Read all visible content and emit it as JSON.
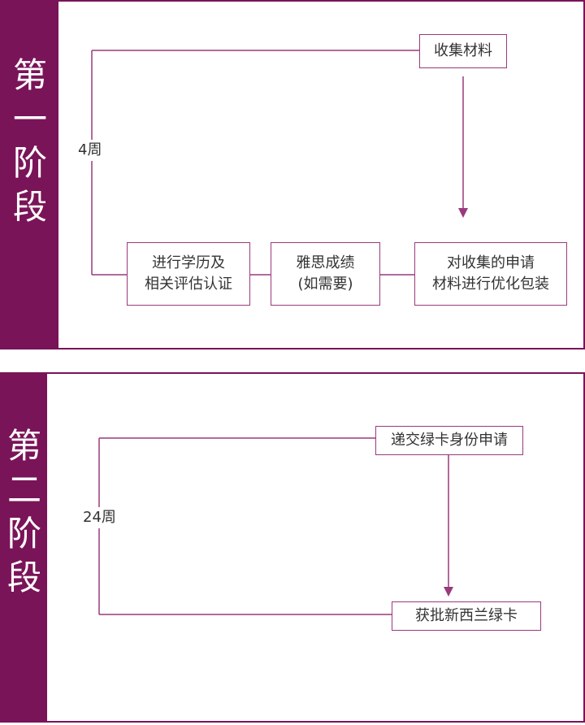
{
  "stage1": {
    "title": "第一阶段",
    "title_chars": [
      "第",
      "一",
      "阶",
      "段"
    ],
    "duration": "4周",
    "box_collect": "收集材料",
    "box_assess_line1": "进行学历及",
    "box_assess_line2": "相关评估认证",
    "box_ielts_line1": "雅思成绩",
    "box_ielts_line2": "(如需要)",
    "box_optimize_line1": "对收集的申请",
    "box_optimize_line2": "材料进行优化包装"
  },
  "stage2": {
    "title": "第二阶段",
    "title_chars": [
      "第",
      "二",
      "阶",
      "段"
    ],
    "duration": "24周",
    "box_submit": "递交绿卡身份申请",
    "box_approve": "获批新西兰绿卡"
  },
  "colors": {
    "brand": "#7a1458",
    "line": "#9a3a7c",
    "text": "#333333"
  }
}
